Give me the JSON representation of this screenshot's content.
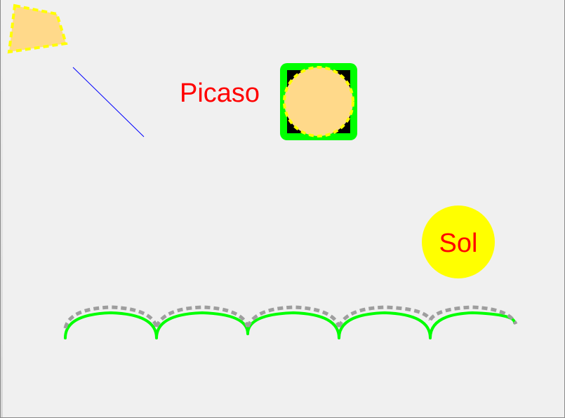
{
  "drawing": {
    "picaso_text": "Picaso",
    "sol_text": "Sol"
  },
  "colors": {
    "background": "#f0f0f0",
    "text_red": "#ff0000",
    "sun_fill": "#ffff00",
    "shape_fill": "#ffd98a",
    "dashed_yellow": "#ffff00",
    "green": "#00ff00",
    "gray_dashed": "#9e9e9e",
    "blue_line": "#0000ff",
    "black": "#000000"
  },
  "icons": {
    "top_left_shape": "quadrilateral-shape",
    "square_circle": "square-with-circle",
    "sun": "sun-circle",
    "arcs": "waves-arcs",
    "line": "diagonal-line"
  }
}
